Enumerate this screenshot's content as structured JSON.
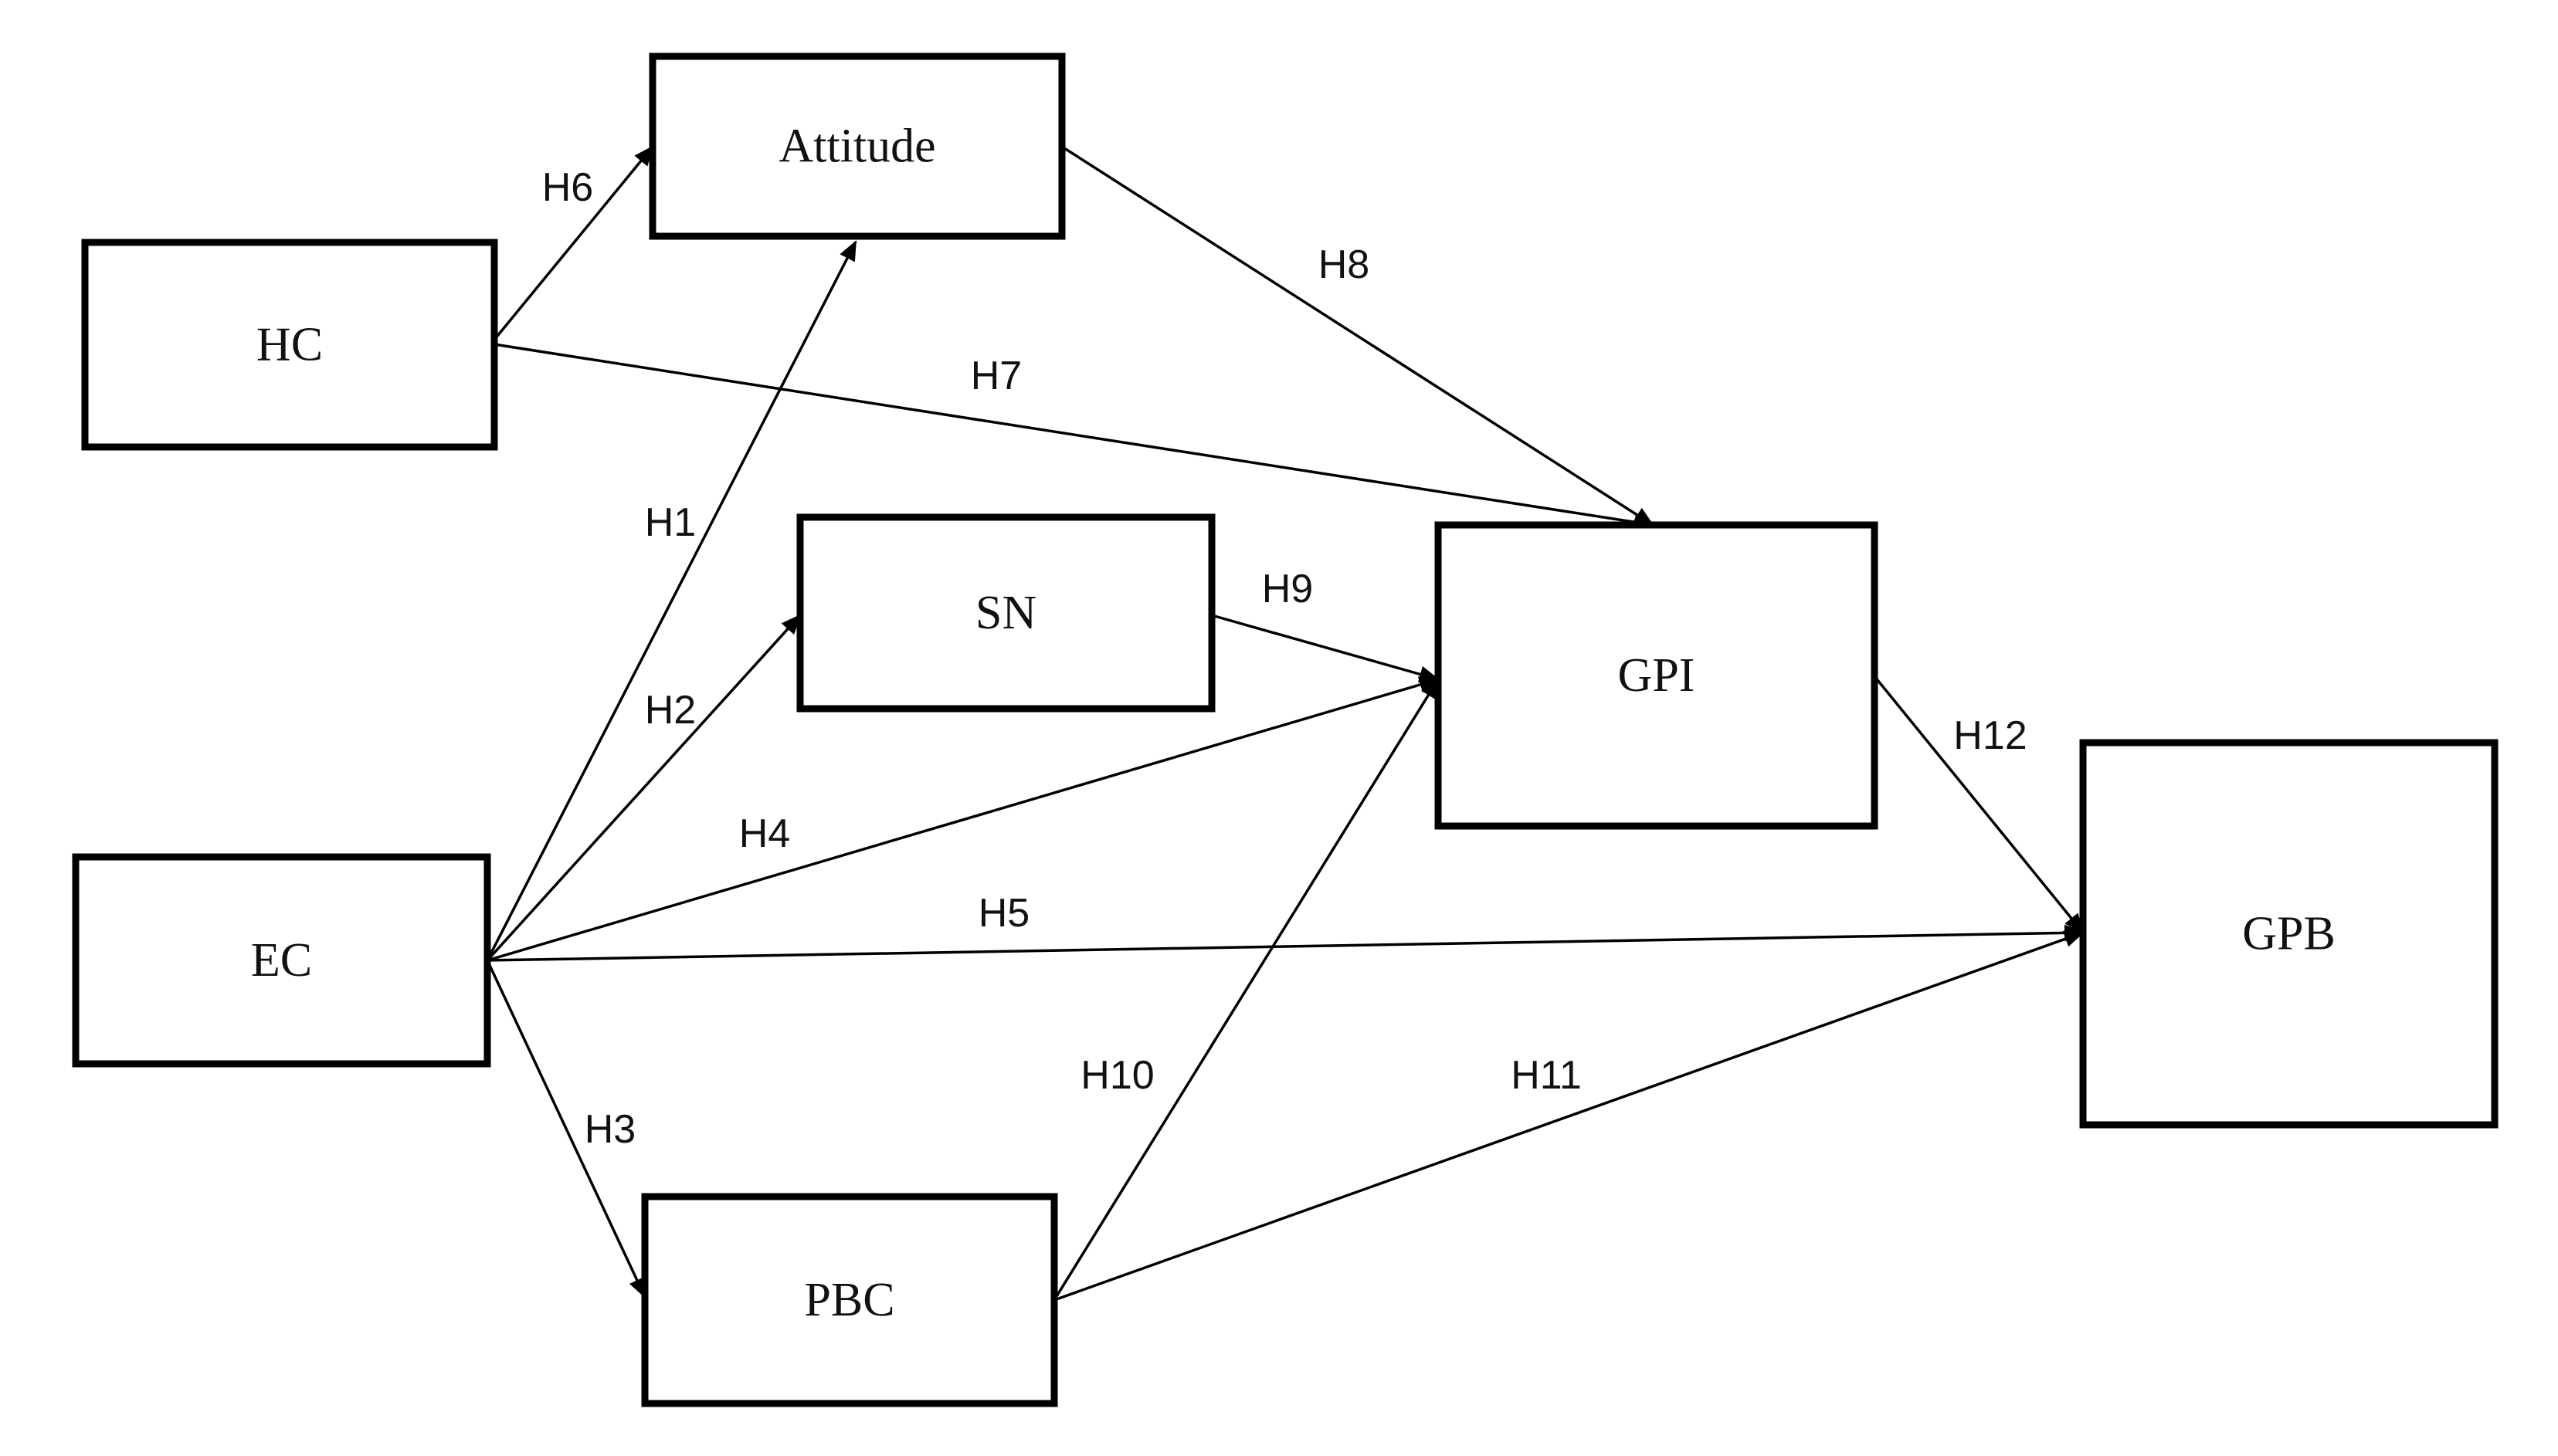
{
  "colors": {
    "background": "#ffffff",
    "stroke": "#000000",
    "text": "#111111"
  },
  "nodes": [
    {
      "id": "attitude",
      "label": "Attitude"
    },
    {
      "id": "hc",
      "label": "HC"
    },
    {
      "id": "sn",
      "label": "SN"
    },
    {
      "id": "gpi",
      "label": "GPI"
    },
    {
      "id": "ec",
      "label": "EC"
    },
    {
      "id": "gpb",
      "label": "GPB"
    },
    {
      "id": "pbc",
      "label": "PBC"
    }
  ],
  "edges": [
    {
      "id": "h1",
      "from": "ec",
      "to": "attitude",
      "label": "H1"
    },
    {
      "id": "h2",
      "from": "ec",
      "to": "sn",
      "label": "H2"
    },
    {
      "id": "h3",
      "from": "ec",
      "to": "pbc",
      "label": "H3"
    },
    {
      "id": "h4",
      "from": "ec",
      "to": "gpi",
      "label": "H4"
    },
    {
      "id": "h5",
      "from": "ec",
      "to": "gpb",
      "label": "H5"
    },
    {
      "id": "h6",
      "from": "hc",
      "to": "attitude",
      "label": "H6"
    },
    {
      "id": "h7",
      "from": "hc",
      "to": "gpi",
      "label": "H7"
    },
    {
      "id": "h8",
      "from": "attitude",
      "to": "gpi",
      "label": "H8"
    },
    {
      "id": "h9",
      "from": "sn",
      "to": "gpi",
      "label": "H9"
    },
    {
      "id": "h10",
      "from": "pbc",
      "to": "gpi",
      "label": "H10"
    },
    {
      "id": "h11",
      "from": "pbc",
      "to": "gpb",
      "label": "H11"
    },
    {
      "id": "h12",
      "from": "gpi",
      "to": "gpb",
      "label": "H12"
    }
  ]
}
